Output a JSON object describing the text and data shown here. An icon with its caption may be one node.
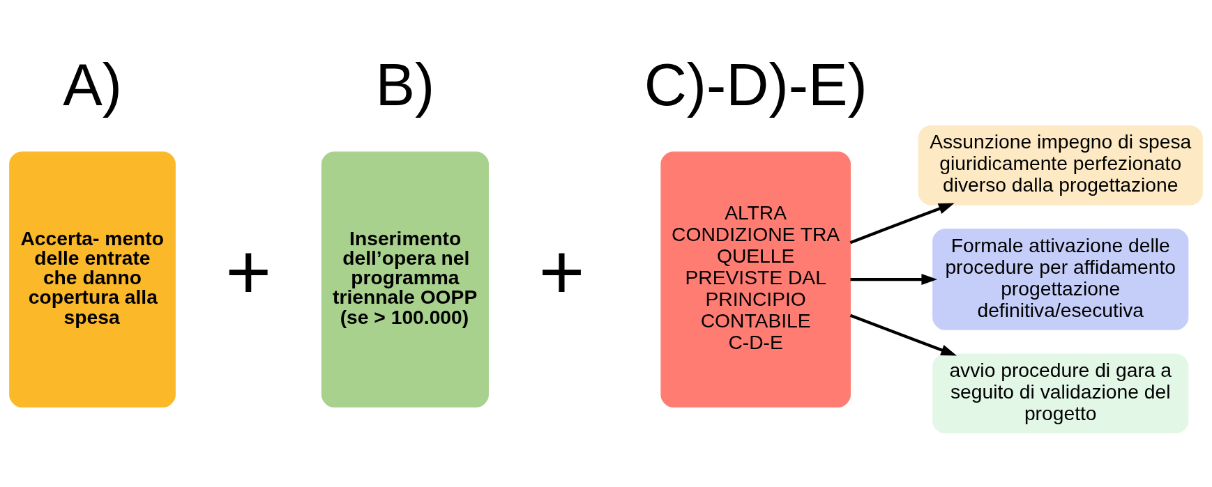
{
  "diagram": {
    "nodes": [
      {
        "text": [
          "Accerta- mento delle entrate che danno copertura alla spesa"
        ]
      },
      {
        "text": [
          "Inserimento dell’opera nel programma triennale OOPP (se > 100.000)"
        ]
      },
      {
        "text": [
          "ALTRA CONDIZIONE TRA QUELLE PREVISTE DAL PRINCIPIO CONTABILE C-D-E"
        ]
      },
      {
        "text": [
          "Assunzione impegno di spesa giuridicamente perfezionato diverso dalla progettazione"
        ]
      },
      {
        "text": [
          "Formale attivazione delle procedure per affidamento progettazione definitiva/esecutiva"
        ]
      },
      {
        "text": [
          "avvio procedure di gara a seguito di validazione del progetto"
        ]
      }
    ],
    "edges": [
      {
        "from": 2,
        "to": 3,
        "arrow": "to"
      },
      {
        "from": 2,
        "to": 4,
        "arrow": "to"
      },
      {
        "from": 2,
        "to": 5,
        "arrow": "to"
      }
    ],
    "labels": [
      "A)",
      "B)",
      "C)-D)-E)",
      "+",
      "+"
    ]
  }
}
